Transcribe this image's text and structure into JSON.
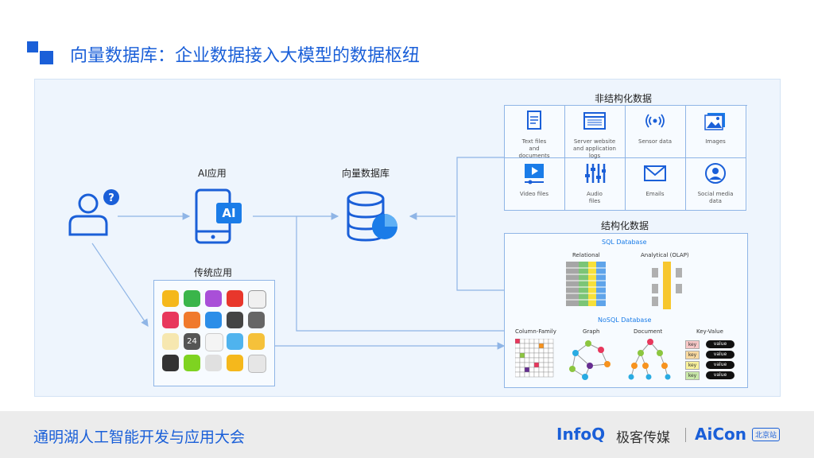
{
  "title": "向量数据库：企业数据接入大模型的数据枢纽",
  "labels": {
    "ai_app": "AI应用",
    "ai_badge": "AI",
    "vector_db": "向量数据库",
    "traditional_app": "传统应用",
    "unstructured": "非结构化数据",
    "structured": "结构化数据"
  },
  "unstructured_items": [
    {
      "label": "Text files\nand\ndocuments",
      "icon": "text-file-icon"
    },
    {
      "label": "Server website\nand application\nlogs",
      "icon": "server-log-icon"
    },
    {
      "label": "Sensor data",
      "icon": "sensor-icon"
    },
    {
      "label": "Images",
      "icon": "image-icon"
    },
    {
      "label": "Video files",
      "icon": "video-icon"
    },
    {
      "label": "Audio\nfiles",
      "icon": "audio-icon"
    },
    {
      "label": "Emails",
      "icon": "email-icon"
    },
    {
      "label": "Social media\ndata",
      "icon": "social-icon"
    }
  ],
  "structured": {
    "sql_title": "SQL Database",
    "relational": "Relational",
    "analytical": "Analytical (OLAP)",
    "nosql_title": "NoSQL Database",
    "nosql_types": [
      "Column-Family",
      "Graph",
      "Document",
      "Key-Value"
    ],
    "kv_key": "key",
    "kv_value": "value"
  },
  "app_clock": "24",
  "footer": {
    "conference": "通明湖人工智能开发与应用大会",
    "infoq": "InfoQ",
    "geek": "极客传媒",
    "aicon": "AiCon",
    "city": "北京站"
  },
  "colors": {
    "accent": "#1a5fd8",
    "line": "#8fb5e6",
    "panel": "#eef5fd"
  }
}
